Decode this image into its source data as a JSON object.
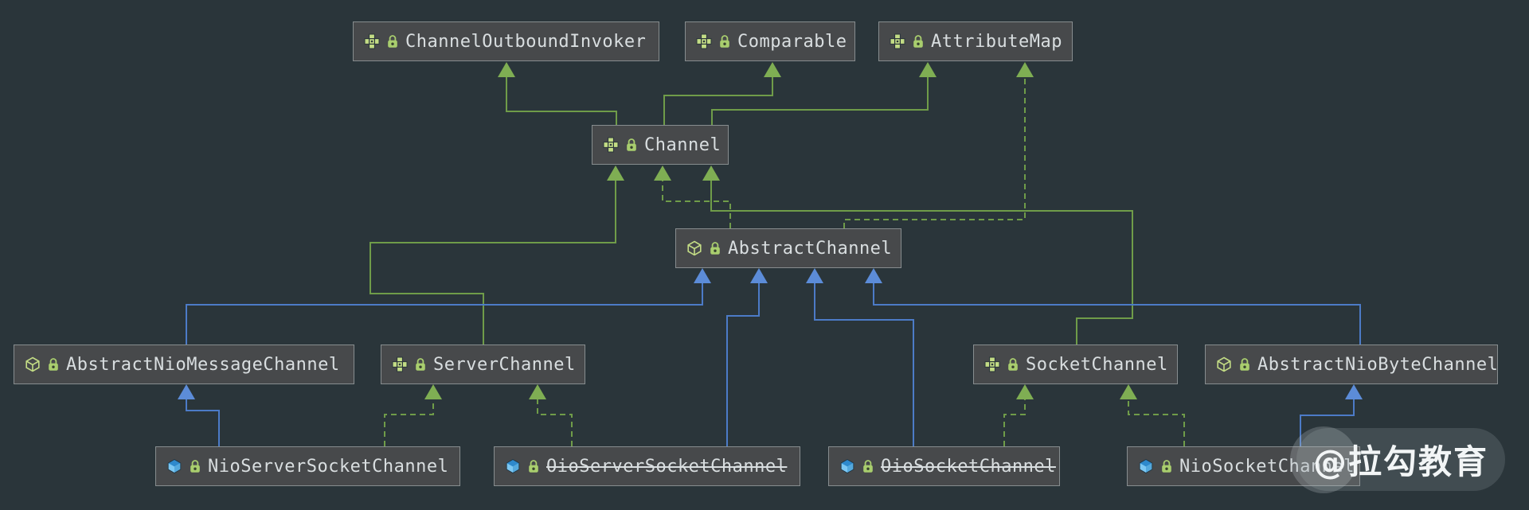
{
  "diagram": {
    "tool": "uml-class-diagram",
    "nodes": [
      {
        "label": "ChannelOutboundInvoker",
        "kind": "interface",
        "lock": true,
        "deprecated": false
      },
      {
        "label": "Comparable",
        "kind": "interface",
        "lock": true,
        "deprecated": false
      },
      {
        "label": "AttributeMap",
        "kind": "interface",
        "lock": true,
        "deprecated": false
      },
      {
        "label": "Channel",
        "kind": "interface",
        "lock": true,
        "deprecated": false
      },
      {
        "label": "AbstractChannel",
        "kind": "abstract-class",
        "lock": true,
        "deprecated": false
      },
      {
        "label": "AbstractNioMessageChannel",
        "kind": "abstract-class",
        "lock": true,
        "deprecated": false
      },
      {
        "label": "ServerChannel",
        "kind": "interface",
        "lock": true,
        "deprecated": false
      },
      {
        "label": "SocketChannel",
        "kind": "interface",
        "lock": true,
        "deprecated": false
      },
      {
        "label": "AbstractNioByteChannel",
        "kind": "abstract-class",
        "lock": true,
        "deprecated": false
      },
      {
        "label": "NioServerSocketChannel",
        "kind": "class",
        "lock": true,
        "deprecated": false
      },
      {
        "label": "OioServerSocketChannel",
        "kind": "class",
        "lock": true,
        "deprecated": true
      },
      {
        "label": "OioSocketChannel",
        "kind": "class",
        "lock": true,
        "deprecated": true
      },
      {
        "label": "NioSocketChannel",
        "kind": "class",
        "lock": true,
        "deprecated": false
      }
    ],
    "edges": [
      {
        "from": "Channel",
        "to": "ChannelOutboundInvoker",
        "relation": "extends",
        "style": "green-solid"
      },
      {
        "from": "Channel",
        "to": "Comparable",
        "relation": "extends",
        "style": "green-solid"
      },
      {
        "from": "Channel",
        "to": "AttributeMap",
        "relation": "extends",
        "style": "green-solid"
      },
      {
        "from": "ServerChannel",
        "to": "Channel",
        "relation": "extends",
        "style": "green-solid"
      },
      {
        "from": "SocketChannel",
        "to": "Channel",
        "relation": "extends",
        "style": "green-solid"
      },
      {
        "from": "AbstractChannel",
        "to": "Channel",
        "relation": "implements",
        "style": "green-dashed"
      },
      {
        "from": "AbstractChannel",
        "to": "AttributeMap",
        "relation": "implements",
        "style": "green-dashed"
      },
      {
        "from": "NioServerSocketChannel",
        "to": "ServerChannel",
        "relation": "implements",
        "style": "green-dashed"
      },
      {
        "from": "OioServerSocketChannel",
        "to": "ServerChannel",
        "relation": "implements",
        "style": "green-dashed"
      },
      {
        "from": "OioSocketChannel",
        "to": "SocketChannel",
        "relation": "implements",
        "style": "green-dashed"
      },
      {
        "from": "NioSocketChannel",
        "to": "SocketChannel",
        "relation": "implements",
        "style": "green-dashed"
      },
      {
        "from": "AbstractNioMessageChannel",
        "to": "AbstractChannel",
        "relation": "extends",
        "style": "blue-solid"
      },
      {
        "from": "AbstractNioByteChannel",
        "to": "AbstractChannel",
        "relation": "extends",
        "style": "blue-solid"
      },
      {
        "from": "OioServerSocketChannel",
        "to": "AbstractChannel",
        "relation": "extends",
        "style": "blue-solid"
      },
      {
        "from": "OioSocketChannel",
        "to": "AbstractChannel",
        "relation": "extends",
        "style": "blue-solid"
      },
      {
        "from": "NioServerSocketChannel",
        "to": "AbstractNioMessageChannel",
        "relation": "extends",
        "style": "blue-solid"
      },
      {
        "from": "NioSocketChannel",
        "to": "AbstractNioByteChannel",
        "relation": "extends",
        "style": "blue-solid"
      }
    ],
    "colors": {
      "background": "#2a353a",
      "node_background": "#47494b",
      "node_border": "#878d8f",
      "node_text": "#d9dee0",
      "interface_icon_green": "#c3dc85",
      "class_icon_blue": "#6fc0f0",
      "lock_green": "#a9ce6e",
      "edge_green": "#6f9c49",
      "edge_blue": "#4c7bc7"
    },
    "watermark": {
      "text": "@拉勾教育"
    }
  }
}
